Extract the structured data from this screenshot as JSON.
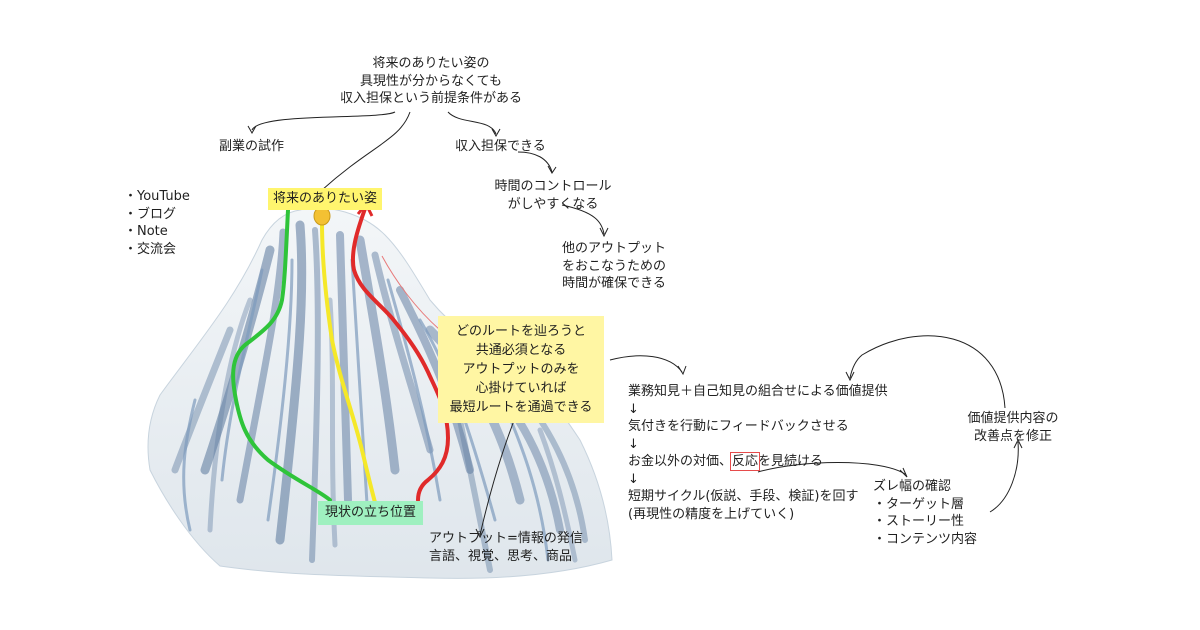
{
  "top_note": [
    "将来のありたい姿の",
    "具現性が分からなくても",
    "収入担保という前提条件がある"
  ],
  "side_job": {
    "title": "副業の試作",
    "items": [
      "・YouTube",
      "・ブログ",
      "・Note",
      "・交流会"
    ]
  },
  "income_branch": {
    "step1": "収入担保できる",
    "step2": [
      "時間のコントロール",
      "がしやすくなる"
    ],
    "step3": [
      "他のアウトプット",
      "をおこなうための",
      "時間が確保できる"
    ]
  },
  "peak_label": "将来のありたい姿",
  "start_label": "現状の立ち位置",
  "route_note": [
    "どのルートを辿ろうと",
    "共通必須となる",
    "アウトプットのみを",
    "心掛けていれば",
    "最短ルートを通過できる"
  ],
  "output_def": [
    "アウトプット=情報の発信",
    "言語、視覚、思考、商品"
  ],
  "cycle_steps": {
    "s1": "業務知見＋自己知見の組合せによる価値提供",
    "arrow": "↓",
    "s2": "気付きを行動にフィードバックさせる",
    "s3_pre": "お金以外の対価、",
    "s3_boxed": "反応",
    "s3_post": "を見続ける",
    "s4": [
      "短期サイクル(仮説、手段、検証)を回す",
      "(再現性の精度を上げていく)"
    ]
  },
  "gap_check": {
    "title": "ズレ幅の確認",
    "items": [
      "・ターゲット層",
      "・ストーリー性",
      "・コンテンツ内容"
    ]
  },
  "improve": [
    "価値提供内容の",
    "改善点を修正"
  ],
  "colors": {
    "route_green": "#2fc43a",
    "route_yellow": "#f5e829",
    "route_red": "#e02a2a",
    "peak_dot": "#f3c133",
    "highlight_yellow": "#fff56e",
    "box_yellow": "#fff6a3",
    "highlight_green": "#9ff0c0",
    "snow": "#e9eef2",
    "shadow_blue": "#4c6c95"
  }
}
